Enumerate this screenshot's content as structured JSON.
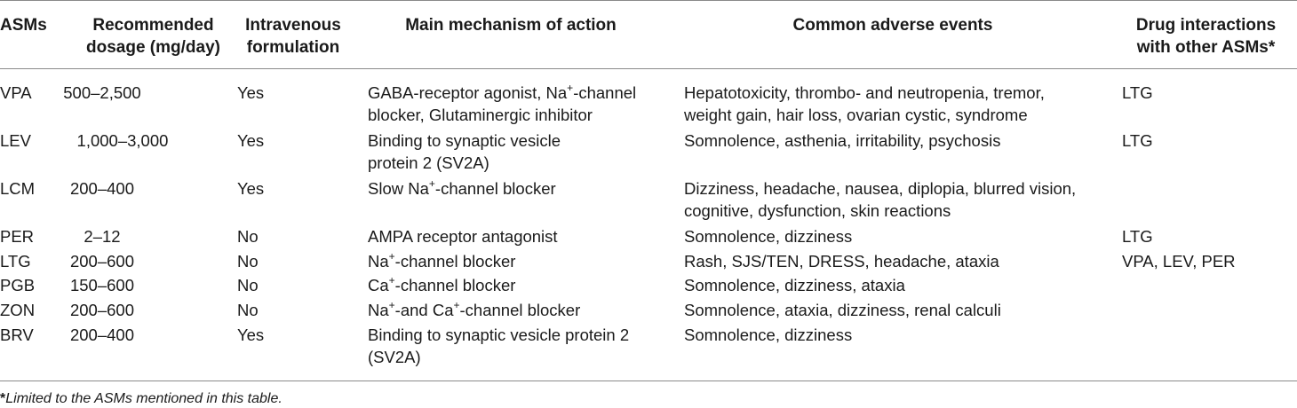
{
  "headers": {
    "asm": "ASMs",
    "dosage": [
      "Recommended",
      "dosage (mg/day)"
    ],
    "iv": [
      "Intravenous",
      "formulation"
    ],
    "mechanism": "Main mechanism of action",
    "adverse": "Common adverse events",
    "interactions": [
      "Drug interactions",
      "with other ASMs*"
    ]
  },
  "rows": [
    {
      "asm": "VPA",
      "dosage": "500–2,500",
      "iv": "Yes",
      "mech": [
        "GABA-receptor agonist, Na",
        "+",
        "-channel",
        "blocker, Glutaminergic inhibitor"
      ],
      "adverse": [
        "Hepatotoxicity, thrombo- and neutropenia, tremor,",
        "weight gain, hair loss, ovarian cystic, syndrome"
      ],
      "inter": "LTG"
    },
    {
      "asm": "LEV",
      "dosage": "1,000–3,000",
      "iv": "Yes",
      "mech": [
        "Binding to synaptic vesicle",
        "protein 2 (SV2A)"
      ],
      "adverse": [
        "Somnolence, asthenia, irritability, psychosis"
      ],
      "inter": "LTG"
    },
    {
      "asm": "LCM",
      "dosage": "200–400",
      "iv": "Yes",
      "mech": [
        "Slow Na",
        "+",
        "-channel blocker"
      ],
      "adverse": [
        "Dizziness, headache, nausea, diplopia, blurred vision,",
        "cognitive, dysfunction, skin reactions"
      ],
      "inter": ""
    },
    {
      "asm": "PER",
      "dosage": "2–12",
      "iv": "No",
      "mech": [
        "AMPA receptor antagonist"
      ],
      "adverse": [
        "Somnolence, dizziness"
      ],
      "inter": "LTG"
    },
    {
      "asm": "LTG",
      "dosage": "200–600",
      "iv": "No",
      "mech": [
        "Na",
        "+",
        "-channel blocker"
      ],
      "adverse": [
        "Rash, SJS/TEN, DRESS, headache, ataxia"
      ],
      "inter": "VPA, LEV, PER"
    },
    {
      "asm": "PGB",
      "dosage": "150–600",
      "iv": "No",
      "mech": [
        "Ca",
        "+",
        "-channel blocker"
      ],
      "adverse": [
        "Somnolence, dizziness, ataxia"
      ],
      "inter": ""
    },
    {
      "asm": "ZON",
      "dosage": "200–600",
      "iv": "No",
      "mech": [
        "Na",
        "+",
        "-and Ca",
        "+",
        "-channel blocker"
      ],
      "adverse": [
        "Somnolence, ataxia, dizziness, renal calculi"
      ],
      "inter": ""
    },
    {
      "asm": "BRV",
      "dosage": "200–400",
      "iv": "Yes",
      "mech": [
        "Binding to synaptic vesicle protein 2",
        "(SV2A)"
      ],
      "adverse": [
        "Somnolence, dizziness"
      ],
      "inter": ""
    }
  ],
  "footnote": {
    "marker": "*",
    "text": "Limited to the ASMs mentioned in this table."
  }
}
